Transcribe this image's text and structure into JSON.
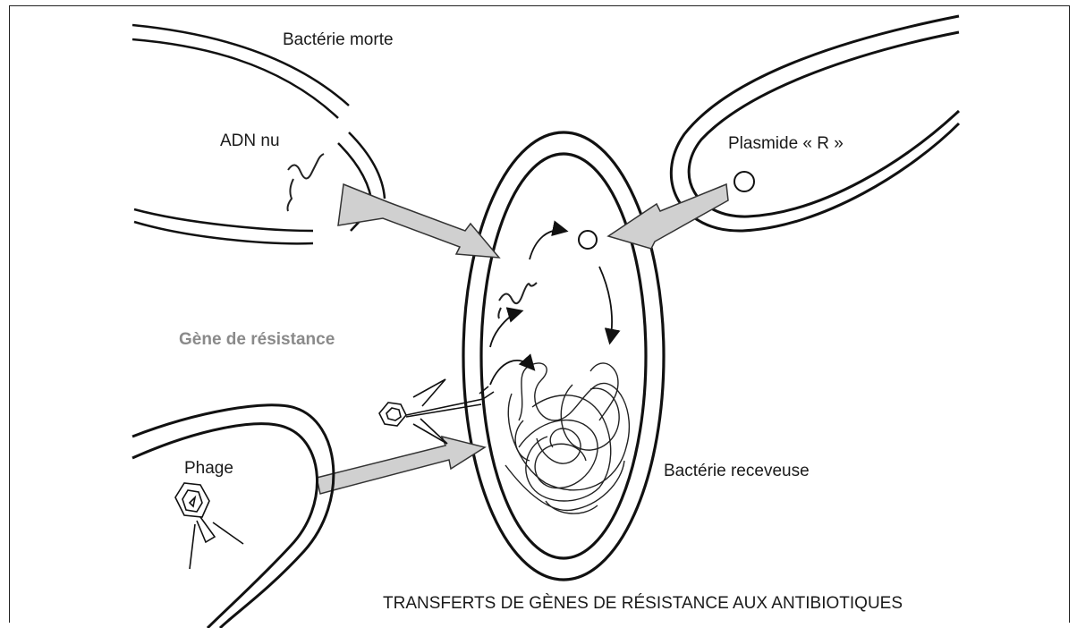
{
  "labels": {
    "dead_bacterium": "Bactérie morte",
    "naked_dna": "ADN nu",
    "plasmid": "Plasmide « R »",
    "resistance_gene": "Gène de résistance",
    "phage": "Phage",
    "recipient_bacterium": "Bactérie receveuse"
  },
  "caption": "TRANSFERTS DE GÈNES DE RÉSISTANCE AUX ANTIBIOTIQUES"
}
